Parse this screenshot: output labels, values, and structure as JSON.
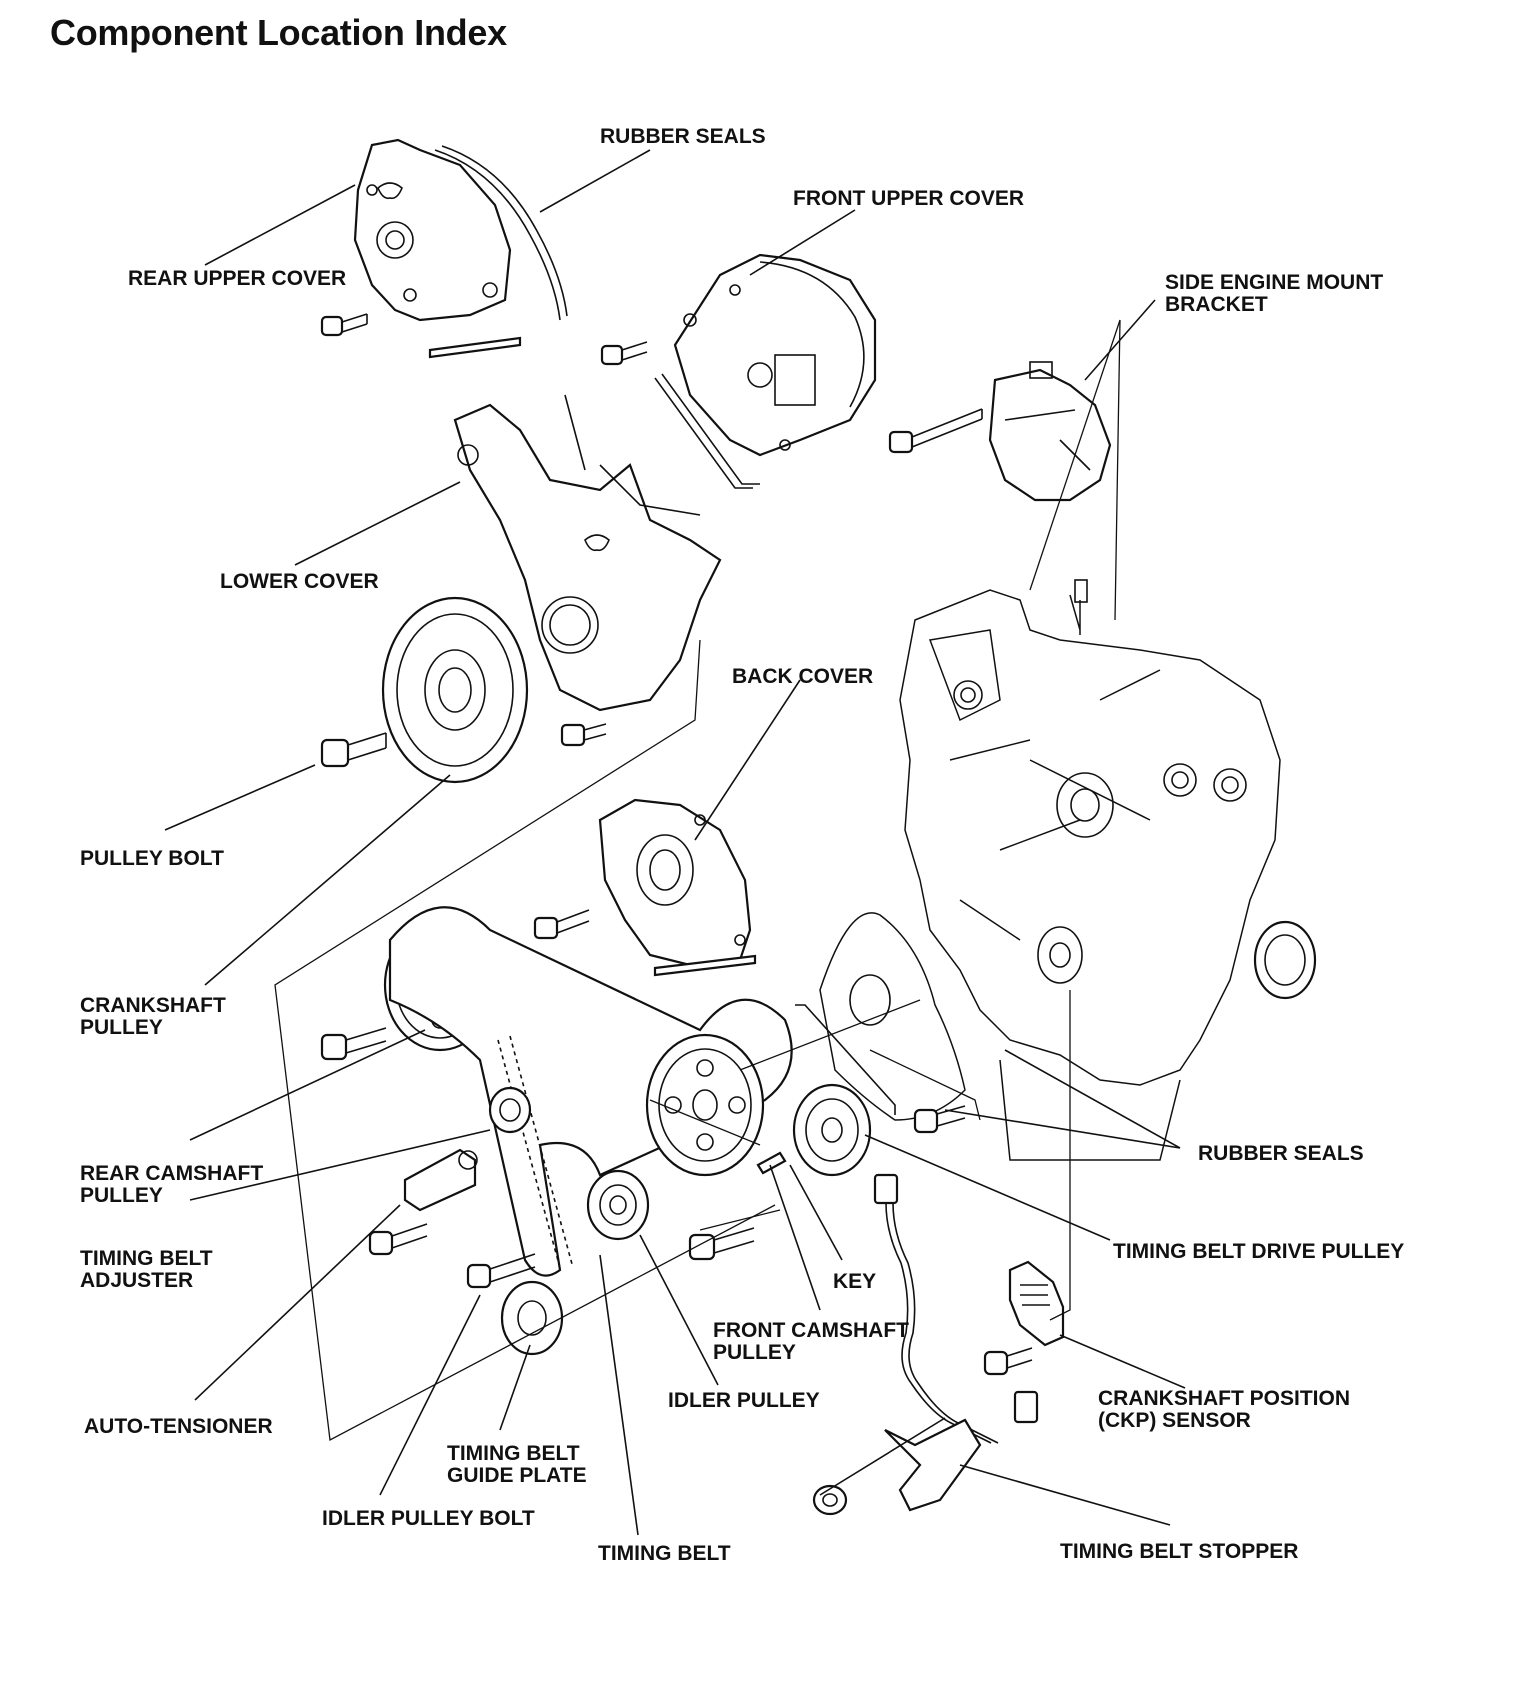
{
  "title": "Component Location Index",
  "labels": {
    "rubber_seals_top": "RUBBER SEALS",
    "front_upper_cover": "FRONT UPPER COVER",
    "rear_upper_cover": "REAR UPPER COVER",
    "side_mount_1": "SIDE ENGINE MOUNT",
    "side_mount_2": "BRACKET",
    "lower_cover": "LOWER COVER",
    "back_cover": "BACK COVER",
    "pulley_bolt": "PULLEY BOLT",
    "crankshaft_pulley_1": "CRANKSHAFT",
    "crankshaft_pulley_2": "PULLEY",
    "rear_cam_1": "REAR CAMSHAFT",
    "rear_cam_2": "PULLEY",
    "adjuster_1": "TIMING BELT",
    "adjuster_2": "ADJUSTER",
    "auto_tensioner": "AUTO-TENSIONER",
    "guide_plate_1": "TIMING BELT",
    "guide_plate_2": "GUIDE PLATE",
    "idler_bolt": "IDLER PULLEY BOLT",
    "timing_belt": "TIMING BELT",
    "idler_pulley": "IDLER PULLEY",
    "front_cam_1": "FRONT CAMSHAFT",
    "front_cam_2": "PULLEY",
    "key": "KEY",
    "rubber_seals_right": "RUBBER SEALS",
    "drive_pulley": "TIMING BELT DRIVE PULLEY",
    "ckp_1": "CRANKSHAFT POSITION",
    "ckp_2": "(CKP) SENSOR",
    "stopper": "TIMING BELT STOPPER"
  }
}
